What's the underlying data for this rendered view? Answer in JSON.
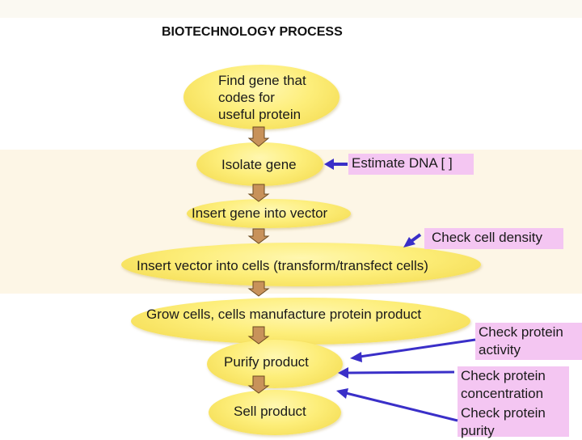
{
  "title": "BIOTECHNOLOGY PROCESS",
  "steps": [
    "Find gene that codes for useful protein",
    "Isolate gene",
    "Insert gene into vector",
    "Insert vector into cells (transform/transfect cells)",
    "Grow cells, cells manufacture protein product",
    "Purify product",
    "Sell product"
  ],
  "step1_lines": [
    "Find gene that",
    "codes for",
    "useful protein"
  ],
  "checks": {
    "dna": "Estimate DNA [ ]",
    "density": "Check cell density",
    "activity": [
      "Check protein",
      "activity"
    ],
    "concentration": [
      "Check protein",
      "concentration"
    ],
    "purity": [
      "Check protein",
      "purity"
    ]
  },
  "colors": {
    "node": "#fdee7a",
    "check_box": "#f4c6f2",
    "arrow_down": "#c8925a",
    "arrow_pointer": "#3a2fc8",
    "band": "#fdf8ea"
  }
}
